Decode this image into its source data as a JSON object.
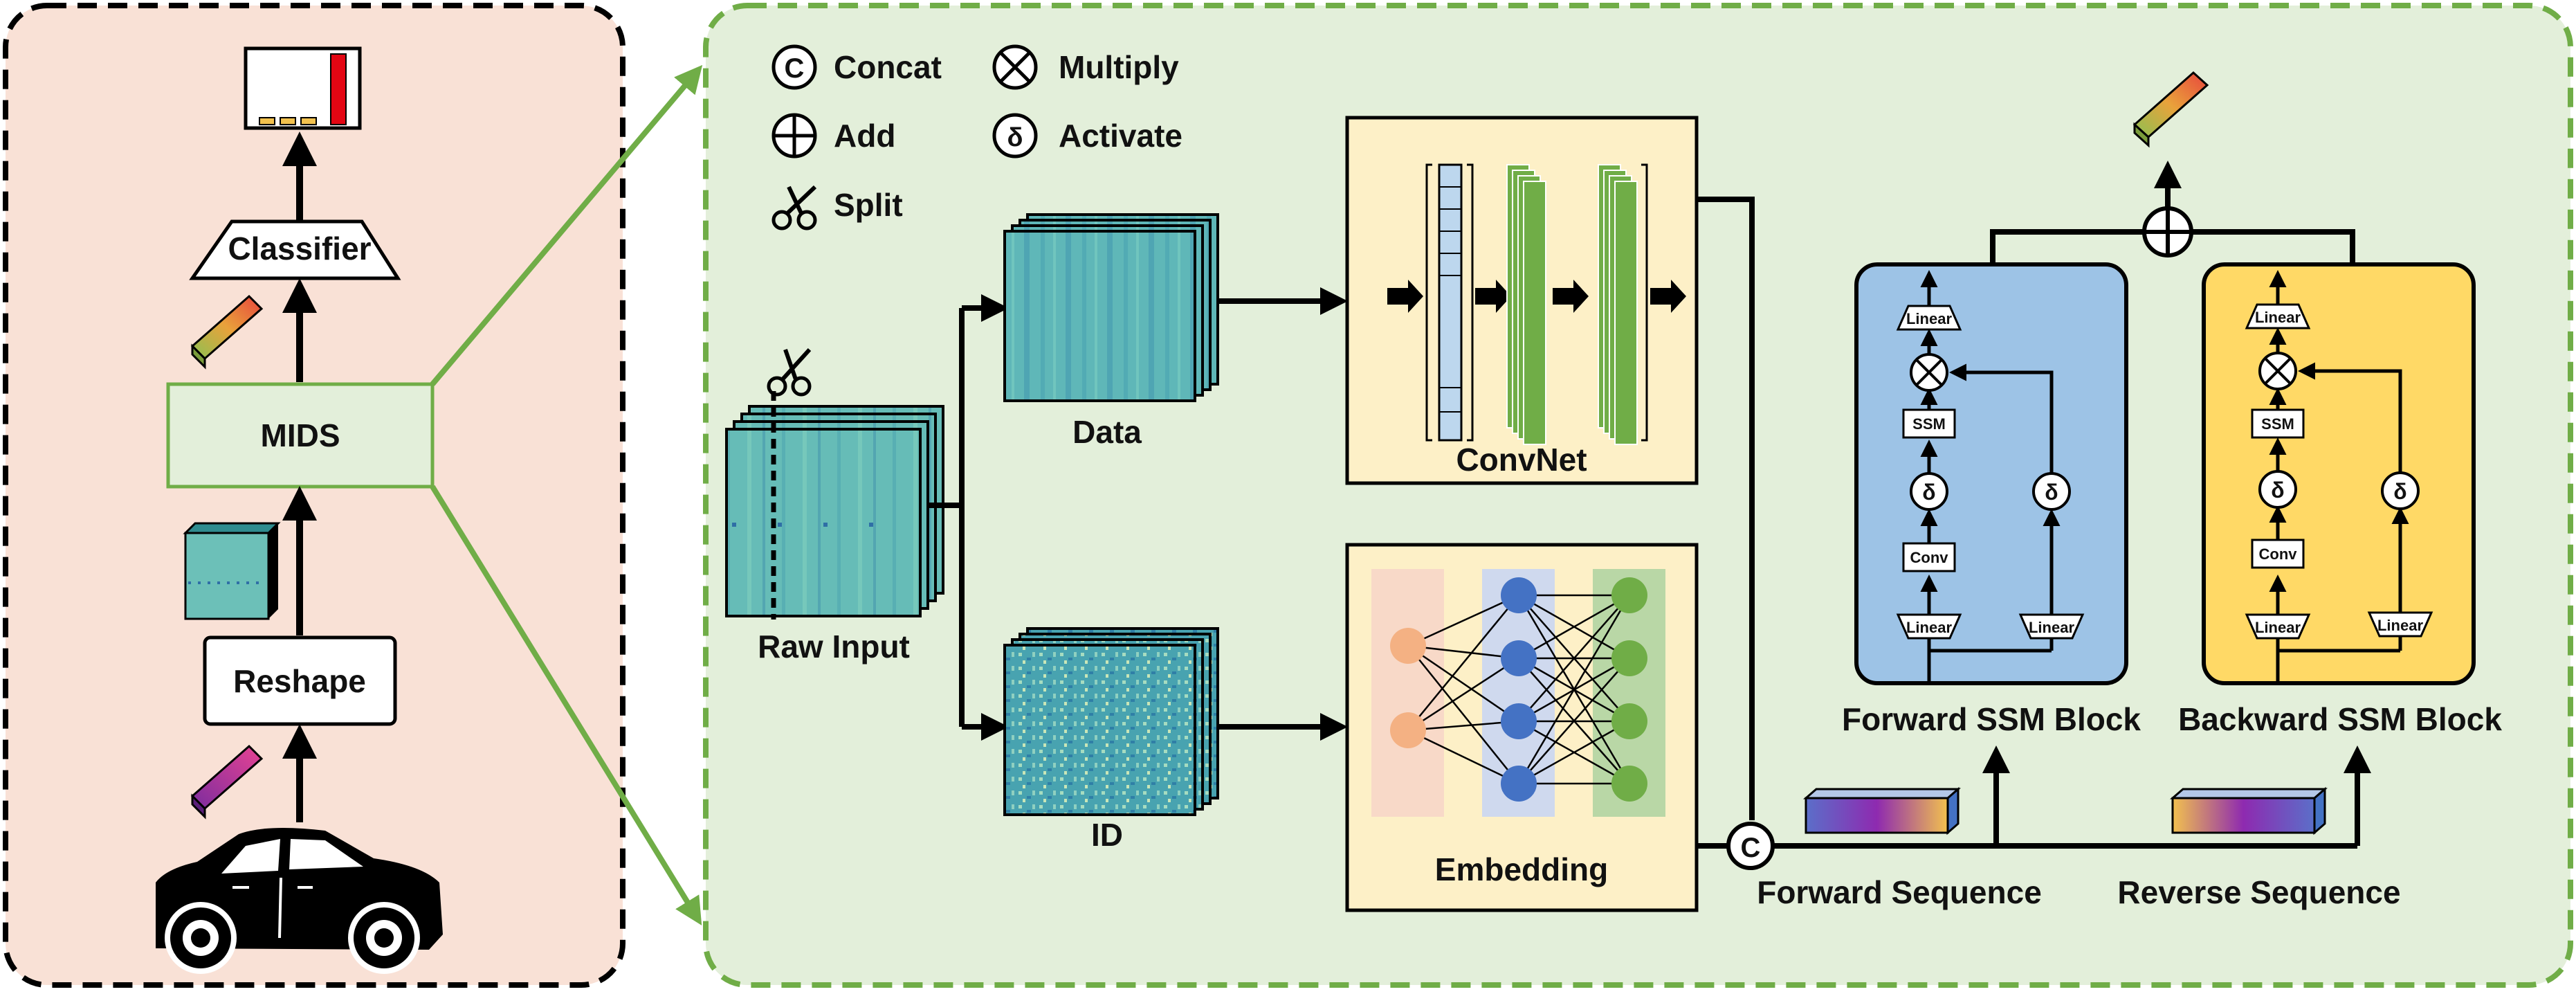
{
  "left_panel": {
    "classifier_label": "Classifier",
    "mids_label": "MIDS",
    "reshape_label": "Reshape"
  },
  "legend": {
    "concat_symbol": "C",
    "concat_label": "Concat",
    "add_label": "Add",
    "split_label": "Split",
    "multiply_label": "Multiply",
    "activate_symbol": "δ",
    "activate_label": "Activate"
  },
  "main": {
    "raw_input_label": "Raw Input",
    "data_label": "Data",
    "id_label": "ID",
    "convnet_label": "ConvNet",
    "embedding_label": "Embedding",
    "forward_sequence_label": "Forward  Sequence",
    "reverse_sequence_label": "Reverse  Sequence",
    "forward_block": {
      "title": "Forward SSM Block",
      "linear_out": "Linear",
      "ssm": "SSM",
      "delta_left": "δ",
      "conv": "Conv",
      "linear_in_left": "Linear",
      "delta_right": "δ",
      "linear_in_right": "Linear"
    },
    "backward_block": {
      "title": "Backward SSM Block",
      "linear_out": "Linear",
      "ssm": "SSM",
      "delta_left": "δ",
      "conv": "Conv",
      "linear_in_left": "Linear",
      "delta_right": "δ",
      "linear_in_right": "Linear"
    }
  },
  "colors": {
    "left_panel_bg": "#f9e1d6",
    "right_panel_bg": "#e3efda",
    "green_border": "#70ad47",
    "convnet_bg": "#fdf0c7",
    "forward_block": "#9dc3e6",
    "backward_block": "#ffd966",
    "orange_node": "#f4b183",
    "blue_node": "#4472c4",
    "green_node": "#70ad47"
  }
}
